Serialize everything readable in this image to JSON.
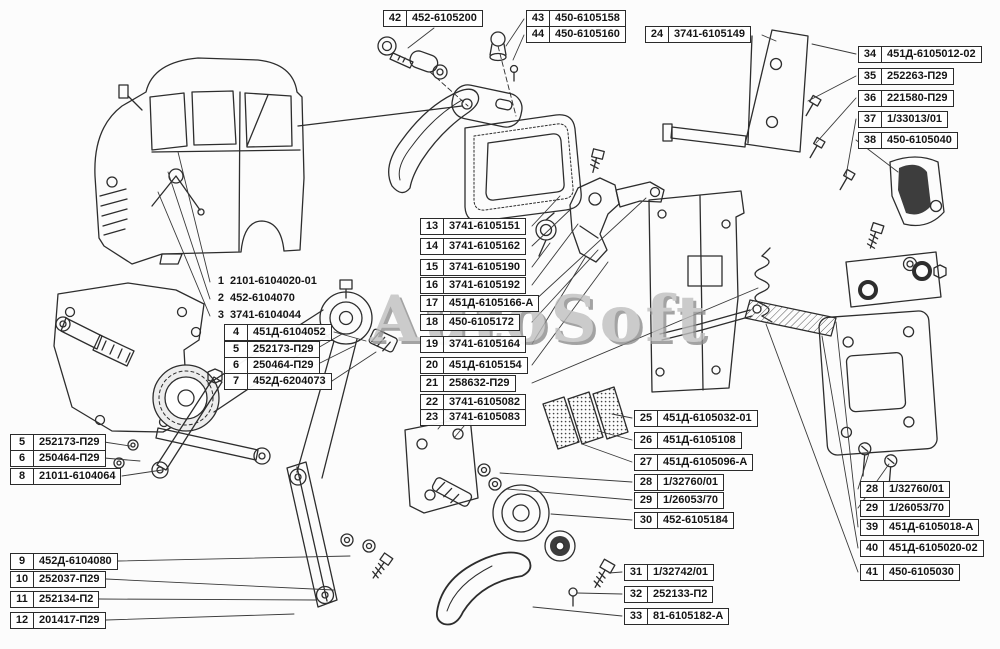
{
  "watermark": "AutoSoft",
  "labels": {
    "l1": {
      "num": "1",
      "part": "2101-6104020-01"
    },
    "l2": {
      "num": "2",
      "part": "452-6104070"
    },
    "l3": {
      "num": "3",
      "part": "3741-6104044"
    },
    "l4": {
      "num": "4",
      "part": "451Д-6104052"
    },
    "l5": {
      "num": "5",
      "part": "252173-П29"
    },
    "l6": {
      "num": "6",
      "part": "250464-П29"
    },
    "l7": {
      "num": "7",
      "part": "452Д-6204073"
    },
    "l5b": {
      "num": "5",
      "part": "252173-П29"
    },
    "l6b": {
      "num": "6",
      "part": "250464-П29"
    },
    "l8": {
      "num": "8",
      "part": "21011-6104064"
    },
    "l9": {
      "num": "9",
      "part": "452Д-6104080"
    },
    "l10": {
      "num": "10",
      "part": "252037-П29"
    },
    "l11": {
      "num": "11",
      "part": "252134-П2"
    },
    "l12": {
      "num": "12",
      "part": "201417-П29"
    },
    "l13": {
      "num": "13",
      "part": "3741-6105151"
    },
    "l14": {
      "num": "14",
      "part": "3741-6105162"
    },
    "l15": {
      "num": "15",
      "part": "3741-6105190"
    },
    "l16": {
      "num": "16",
      "part": "3741-6105192"
    },
    "l17": {
      "num": "17",
      "part": "451Д-6105166-А"
    },
    "l18": {
      "num": "18",
      "part": "450-6105172"
    },
    "l19": {
      "num": "19",
      "part": "3741-6105164"
    },
    "l20": {
      "num": "20",
      "part": "451Д-6105154"
    },
    "l21": {
      "num": "21",
      "part": "258632-П29"
    },
    "l22": {
      "num": "22",
      "part": "3741-6105082"
    },
    "l23": {
      "num": "23",
      "part": "3741-6105083"
    },
    "l24": {
      "num": "24",
      "part": "3741-6105149"
    },
    "l25": {
      "num": "25",
      "part": "451Д-6105032-01"
    },
    "l26": {
      "num": "26",
      "part": "451Д-6105108"
    },
    "l27": {
      "num": "27",
      "part": "451Д-6105096-А"
    },
    "l28": {
      "num": "28",
      "part": "1/32760/01"
    },
    "l29": {
      "num": "29",
      "part": "1/26053/70"
    },
    "l30": {
      "num": "30",
      "part": "452-6105184"
    },
    "l31": {
      "num": "31",
      "part": "1/32742/01"
    },
    "l32": {
      "num": "32",
      "part": "252133-П2"
    },
    "l33": {
      "num": "33",
      "part": "81-6105182-А"
    },
    "l34": {
      "num": "34",
      "part": "451Д-6105012-02"
    },
    "l35": {
      "num": "35",
      "part": "252263-П29"
    },
    "l36": {
      "num": "36",
      "part": "221580-П29"
    },
    "l37": {
      "num": "37",
      "part": "1/33013/01"
    },
    "l38": {
      "num": "38",
      "part": "450-6105040"
    },
    "l39": {
      "num": "39",
      "part": "451Д-6105018-А"
    },
    "l40": {
      "num": "40",
      "part": "451Д-6105020-02"
    },
    "l41": {
      "num": "41",
      "part": "450-6105030"
    },
    "l28b": {
      "num": "28",
      "part": "1/32760/01"
    },
    "l29b": {
      "num": "29",
      "part": "1/26053/70"
    },
    "l42": {
      "num": "42",
      "part": "452-6105200"
    },
    "l43": {
      "num": "43",
      "part": "450-6105158"
    },
    "l44": {
      "num": "44",
      "part": "450-6105160"
    }
  }
}
